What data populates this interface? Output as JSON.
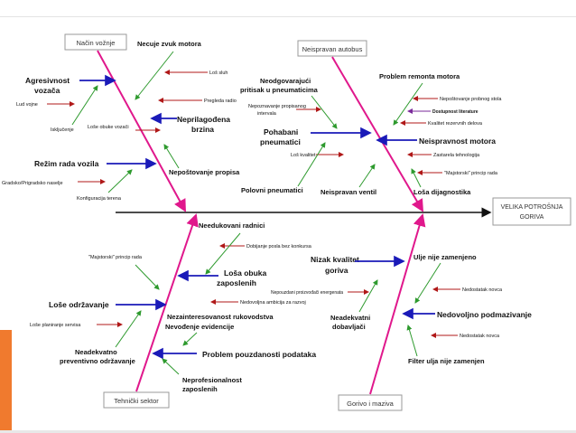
{
  "categories": {
    "nacin_voznje": "Način vožnje",
    "neispravan_autobus": "Neispravan autobus",
    "tehnicki_sektor": "Tehnički sektor",
    "gorivo_i_maziva": "Gorivo i maziva"
  },
  "effect": [
    "VELIKA POTROŠNJA",
    "GORIVA"
  ],
  "nacin": {
    "necuje_zvuk": "Necuje zvuk motora",
    "losluh": "Loš sluh",
    "pregleda_radio": "Pregleda radio",
    "agresivnost_1": "Agresivnost",
    "agresivnost_2": "vozača",
    "lud": "Lud vojne",
    "iskljucenje": "Isključenje",
    "lose_obuke_vozaci": "Loše obuke vozači",
    "neprilagodena_1": "Neprilagođena",
    "neprilagodena_2": "brzina",
    "rezim": "Režim rada vozila",
    "gradsko": "Gradsko/Prigradsko naselje",
    "konfiguracija": "Konfiguracija terena",
    "nepostovanje": "Nepoštovanje propisa"
  },
  "autobus": {
    "neodgovarajuci_1": "Neodgovarajući",
    "neodgovarajuci_2": "pritisak u pneumaticima",
    "nepoznavanje_1": "Nepoznavanje propisanog",
    "nepoznavanje_2": "intervala",
    "pohabani_1": "Pohabani",
    "pohabani_2": "pneumatici",
    "los_kvalitet": "Loš kvalitet",
    "polovni": "Polovni pneumatici",
    "neispravan_ventil": "Neispravan ventil",
    "problem_remonta": "Problem remonta motora",
    "nepostovanje_probnog": "Nepoštovanje probnog stola",
    "dostupnost": "Dostupnost literature",
    "kvalitet_delova": "Kvalitet rezervnih delova",
    "neispravnost_motora": "Neispravnost motora",
    "zastarela": "Zastarela tehnologija",
    "majstorski_1": "\"Majstorski\" princip rada",
    "losa_dijagnostika": "Loša dijagnostika"
  },
  "tehnicki": {
    "needukovani": "Needukovani radnici",
    "dobijanje": "Dobijanje posla bez konkursa",
    "majstorski_2": "\"Majstorski\" princip rada",
    "lose_obuka_1": "Loša obuka",
    "lose_obuka_2": "zaposlenih",
    "nedovoljni_ambicija": "Nedovoljna ambicija za razvoj",
    "lose_odrzavanje": "Loše održavanje",
    "lose_planiranje": "Loše planiranje servisa",
    "nezainteresovanost": "Nezainteresovanost rukovodstva",
    "nevodjenje": "Nevođenje evidencije",
    "neadekvatno_1": "Neadekvatno",
    "neadekvatno_2": "preventivno održavanje",
    "problem_podataka": "Problem pouzdanosti podataka",
    "neprofesionalnost_1": "Neprofesionalnost",
    "neprofesionalnost_2": "zaposlenih"
  },
  "gorivo": {
    "nizak_1": "Nizak kvalitet",
    "nizak_2": "goriva",
    "ulje_nije": "Ulje nije zamenjeno",
    "nepouzdani": "Nepouzdani proizvođači energenata",
    "neadekvatni_1": "Neadekvatni",
    "neadekvatni_2": "dobavljači",
    "nedostatak_1": "Nedostatak novca",
    "nedovoljno": "Nedovoljno podmazivanje",
    "nedostatak_2": "Nedostatak novca",
    "filter": "Filter ulja nije zamenjen"
  },
  "colors": {
    "spine": "#111111",
    "bone": "#e0188c",
    "cause_arrow": "#1a1ab8",
    "sub_arrow_green": "#2e9a2e",
    "sub_arrow_red": "#b01818",
    "sub_arrow_purple": "#7a2a9a",
    "box_border": "#9a9a9a",
    "accent": "#f07a2e"
  }
}
